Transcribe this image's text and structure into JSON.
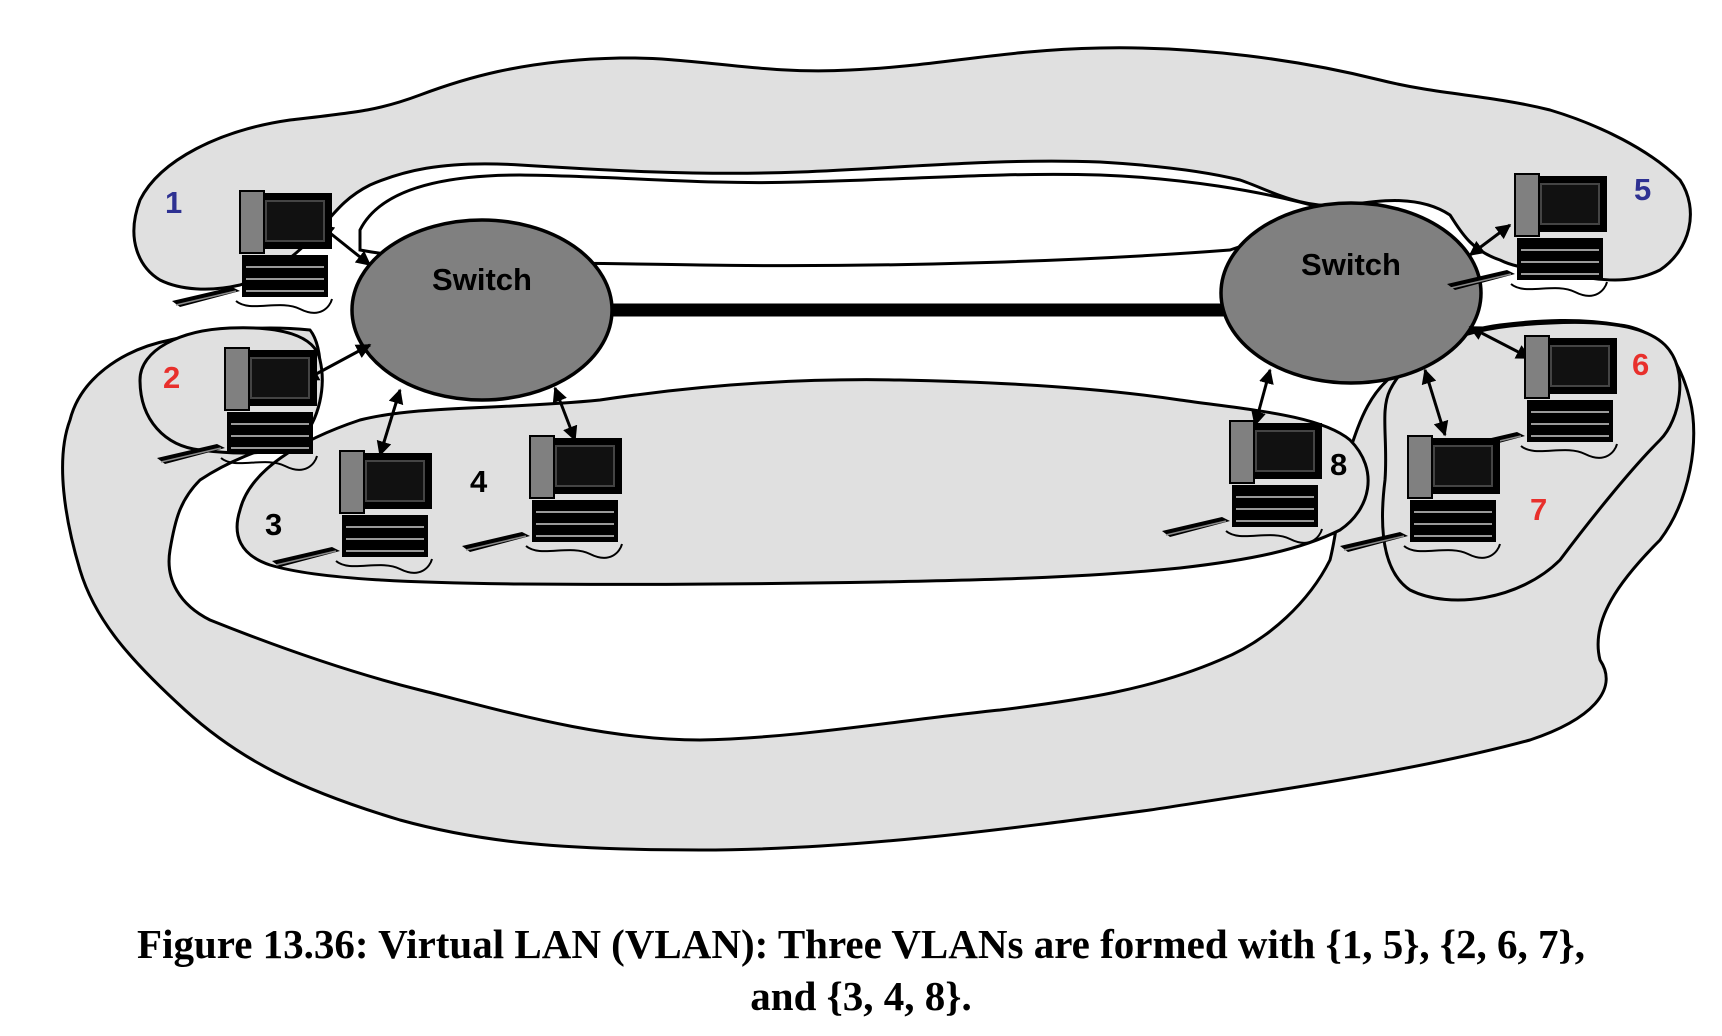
{
  "switches": [
    {
      "id": "sw-left",
      "label": "Switch"
    },
    {
      "id": "sw-right",
      "label": "Switch"
    }
  ],
  "hosts": [
    {
      "id": "1",
      "label": "1",
      "color": "#2e3192"
    },
    {
      "id": "2",
      "label": "2",
      "color": "#e8302c"
    },
    {
      "id": "3",
      "label": "3",
      "color": "#000000"
    },
    {
      "id": "4",
      "label": "4",
      "color": "#000000"
    },
    {
      "id": "5",
      "label": "5",
      "color": "#2e3192"
    },
    {
      "id": "6",
      "label": "6",
      "color": "#e8302c"
    },
    {
      "id": "7",
      "label": "7",
      "color": "#e8302c"
    },
    {
      "id": "8",
      "label": "8",
      "color": "#000000"
    }
  ],
  "vlans": [
    {
      "members": [
        "1",
        "5"
      ]
    },
    {
      "members": [
        "2",
        "6",
        "7"
      ]
    },
    {
      "members": [
        "3",
        "4",
        "8"
      ]
    }
  ],
  "colors": {
    "region_fill": "#e0e0e0",
    "switch_fill": "#808080"
  },
  "caption": {
    "line1": "Figure 13.36: Virtual LAN (VLAN): Three VLANs are formed with {1, 5}, {2, 6, 7},",
    "line2": "and {3, 4, 8}."
  }
}
